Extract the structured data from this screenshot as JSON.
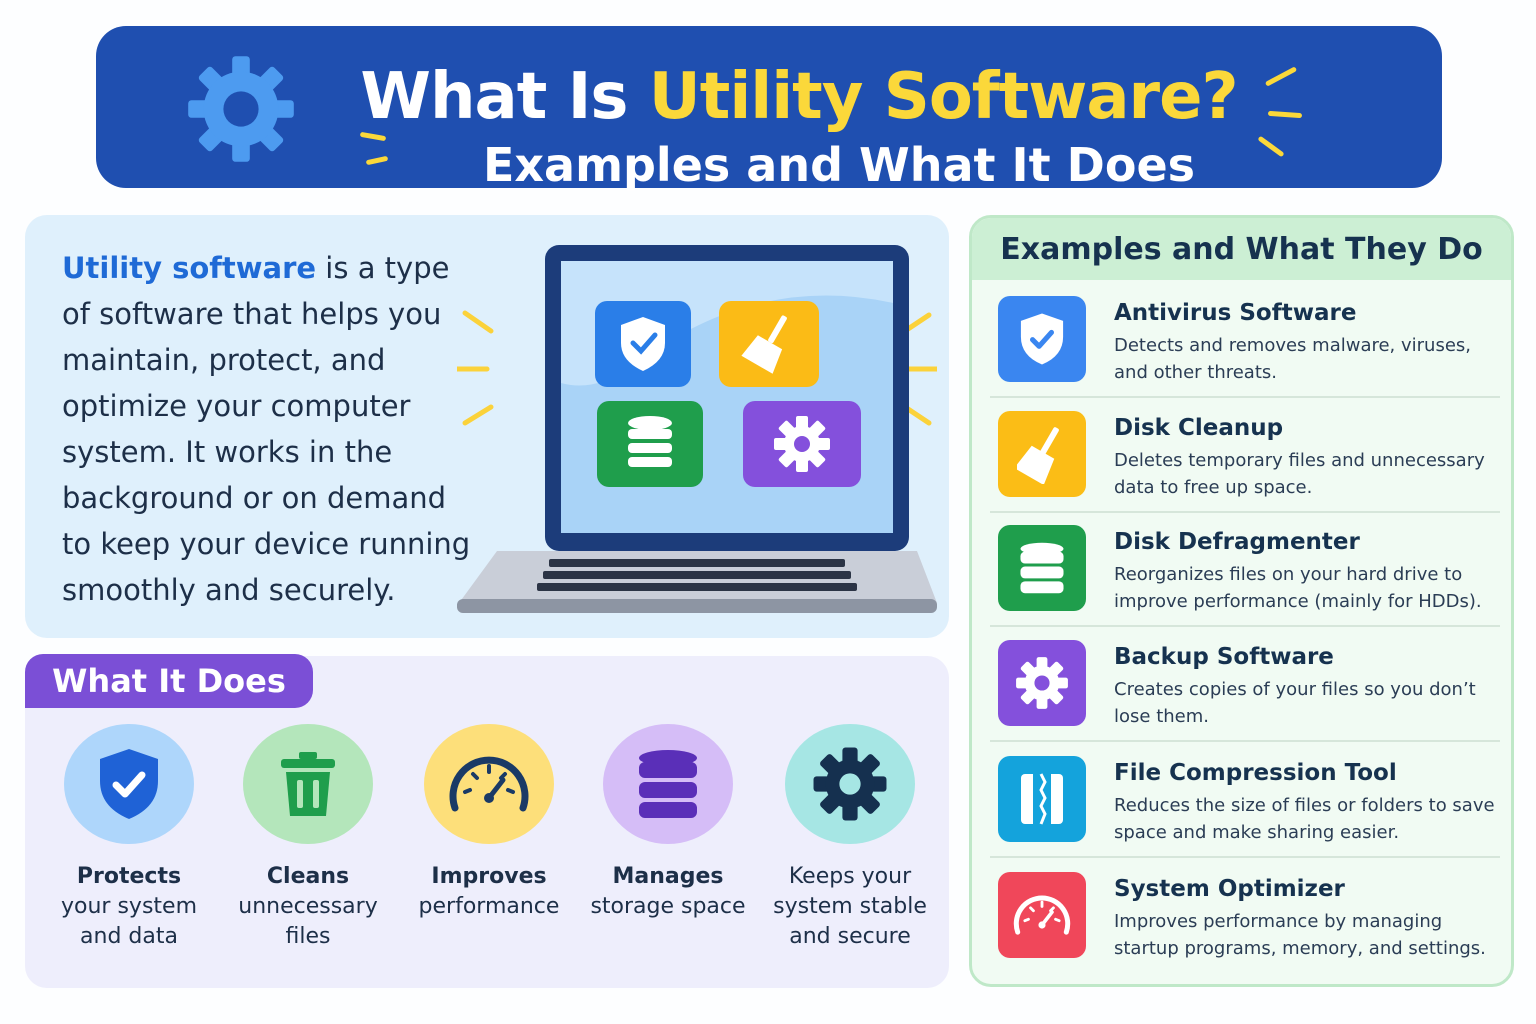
{
  "header": {
    "title_plain": "What Is ",
    "title_highlight": "Utility Software?",
    "subtitle": "Examples and What It Does"
  },
  "intro": {
    "lead": "Utility software",
    "body": " is a type of software that helps you maintain, protect, and optimize your computer system. It works in the background or on demand to keep your device running smoothly and securely."
  },
  "what_it_does": {
    "heading": "What It Does",
    "items": [
      {
        "bold": "Protects",
        "rest": "your system and data",
        "icon": "shield-check-icon",
        "color": "#aed6fb"
      },
      {
        "bold": "Cleans",
        "rest": "unnecessary files",
        "icon": "trash-icon",
        "color": "#b4e6bb"
      },
      {
        "bold": "Improves",
        "rest": "performance",
        "icon": "speedometer-icon",
        "color": "#fddf7a"
      },
      {
        "bold": "Manages",
        "rest": "storage space",
        "icon": "database-icon",
        "color": "#d5bdf7"
      },
      {
        "bold": "",
        "rest": "Keeps your system stable and secure",
        "icon": "gear-icon",
        "color": "#a6e6e4"
      }
    ]
  },
  "examples": {
    "heading": "Examples and What They Do",
    "items": [
      {
        "name": "Antivirus Software",
        "desc": "Detects and removes malware, viruses, and other threats.",
        "icon": "shield-check-icon",
        "color": "#3a86f0"
      },
      {
        "name": "Disk Cleanup",
        "desc": "Deletes temporary files and unnecessary data to free up space.",
        "icon": "broom-icon",
        "color": "#fbbd16"
      },
      {
        "name": "Disk Defragmenter",
        "desc": "Reorganizes files on your hard drive to improve performance (mainly for HDDs).",
        "icon": "database-icon",
        "color": "#1f9e4c"
      },
      {
        "name": "Backup Software",
        "desc": "Creates copies of your files so you don’t lose them.",
        "icon": "gear-icon",
        "color": "#8450dc"
      },
      {
        "name": "File Compression Tool",
        "desc": "Reduces the size of files or folders to save space and make sharing easier.",
        "icon": "zip-file-icon",
        "color": "#14a3dc"
      },
      {
        "name": "System Optimizer",
        "desc": "Improves performance by managing startup programs, memory, and settings.",
        "icon": "speedometer-icon",
        "color": "#f0475a"
      }
    ]
  }
}
